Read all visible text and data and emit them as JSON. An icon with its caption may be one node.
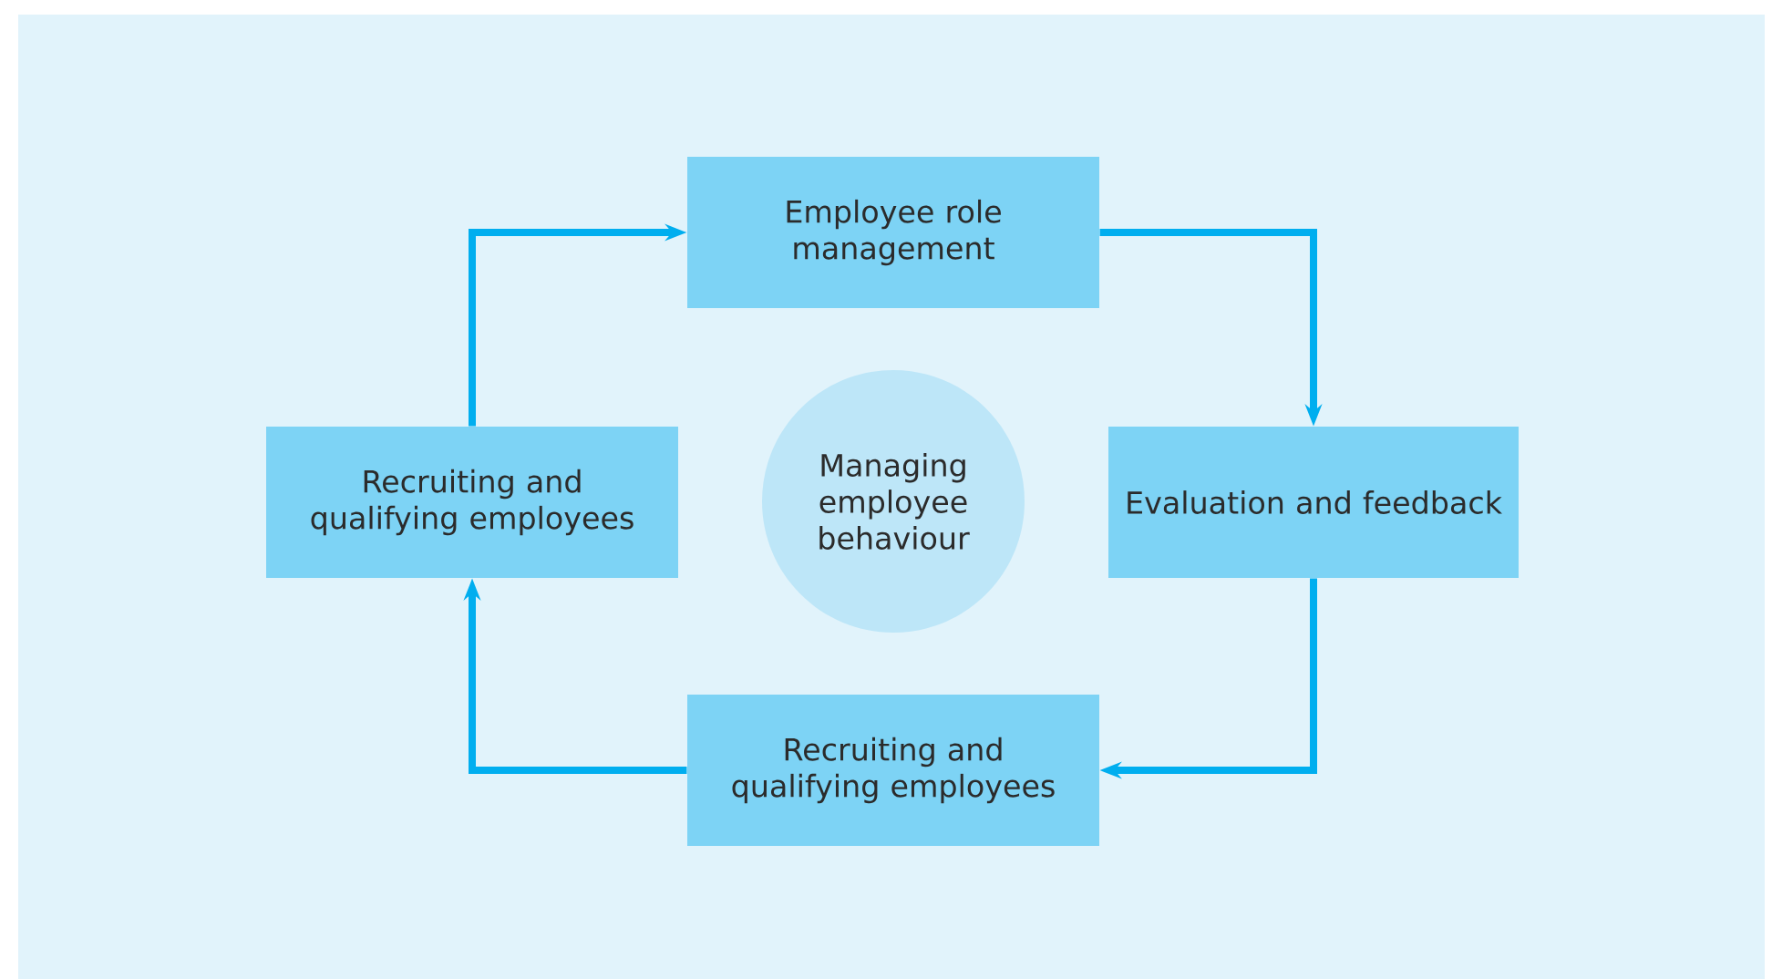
{
  "diagram": {
    "nodes": [
      {
        "text": [
          "Employee role management"
        ]
      },
      {
        "text": [
          "Recruiting and qualifying employees"
        ]
      },
      {
        "text": [
          "Managing employee behaviour"
        ]
      },
      {
        "text": [
          "Evaluation and feedback"
        ]
      },
      {
        "text": [
          "Recruiting and qualifying employees"
        ]
      }
    ],
    "edges": [
      {
        "from": 0,
        "to": 3,
        "arrow": "to"
      },
      {
        "from": 3,
        "to": 4,
        "arrow": "to"
      },
      {
        "from": 4,
        "to": 1,
        "arrow": "to"
      },
      {
        "from": 1,
        "to": 0,
        "arrow": "to"
      }
    ]
  }
}
